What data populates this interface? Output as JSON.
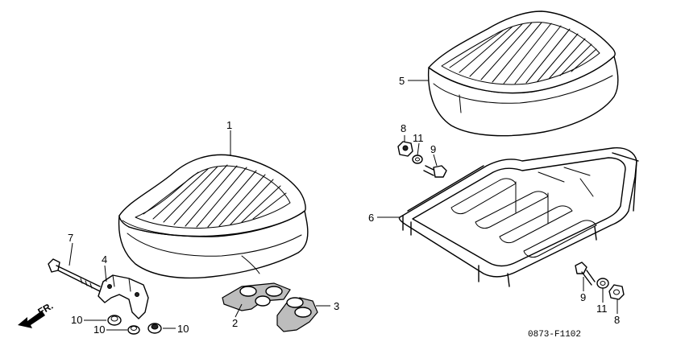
{
  "diagram_code": "0873-F1102",
  "front_arrow_label": "FR.",
  "callouts": {
    "seat_front": "1",
    "bracket_plate_left": "2",
    "bracket_plate_right": "3",
    "seat_bracket": "4",
    "seat_rear": "5",
    "rear_carrier": "6",
    "long_bolt": "7",
    "nut_upper": "8",
    "nut_lower": "8",
    "bolt_upper": "9",
    "bolt_lower": "9",
    "nut_a": "10",
    "nut_b": "10",
    "nut_c": "10",
    "washer_upper": "11",
    "washer_lower": "11"
  }
}
